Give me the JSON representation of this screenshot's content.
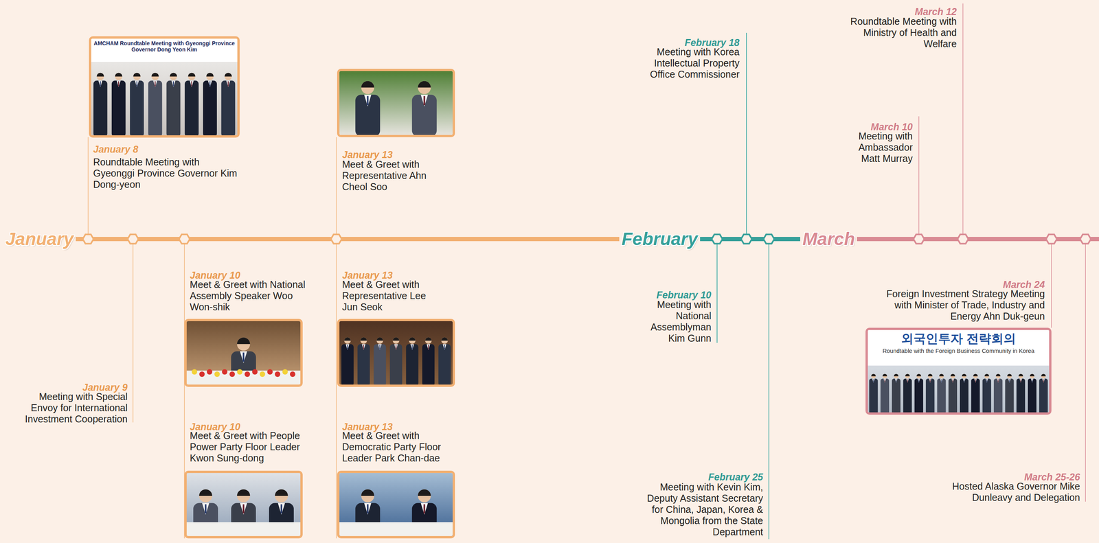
{
  "diagram": {
    "labels": [
      "January",
      "January 8",
      "Roundtable Meeting with Gyeonggi Province Governor Kim Dong-yeon",
      "January 9",
      "Meeting with Special Envoy for International Investment Cooperation",
      "January 10",
      "Meet & Greet with National Assembly Speaker Woo Won-shik",
      "January 10",
      "Meet & Greet with People Power Party Floor Leader Kwon Sung-dong",
      "January 13",
      "Meet & Greet with Representative Ahn Cheol Soo",
      "January 13",
      "Meet & Greet with Representative Lee Jun Seok",
      "January 13",
      "Meet & Greet with Democratic Party Floor Leader Park Chan-dae",
      "February",
      "February 10",
      "Meeting with National Assemblyman Kim Gunn",
      "February 18",
      "Meeting with Korea Intellectual Property Office Commissioner",
      "February 25",
      "Meeting with Kevin Kim, Deputy Assistant Secretary for China, Japan, Korea & Mongolia from the State Department",
      "March",
      "March 10",
      "Meeting with Ambassador Matt Murray",
      "March 12",
      "Roundtable Meeting with Ministry of Health and Welfare",
      "March 24",
      "Foreign Investment Strategy Meeting with Minister of Trade, Industry and Energy Ahn Duk-geun",
      "March 25-26",
      "Hosted Alaska Governor Mike Dunleavy and Delegation",
      "AMCHAM Roundtable Meeting with Gyeonggi Province Governor Dong Yeon Kim",
      "외국인투자 전략회의",
      "Roundtable with the Foreign Business Community in Korea"
    ]
  }
}
